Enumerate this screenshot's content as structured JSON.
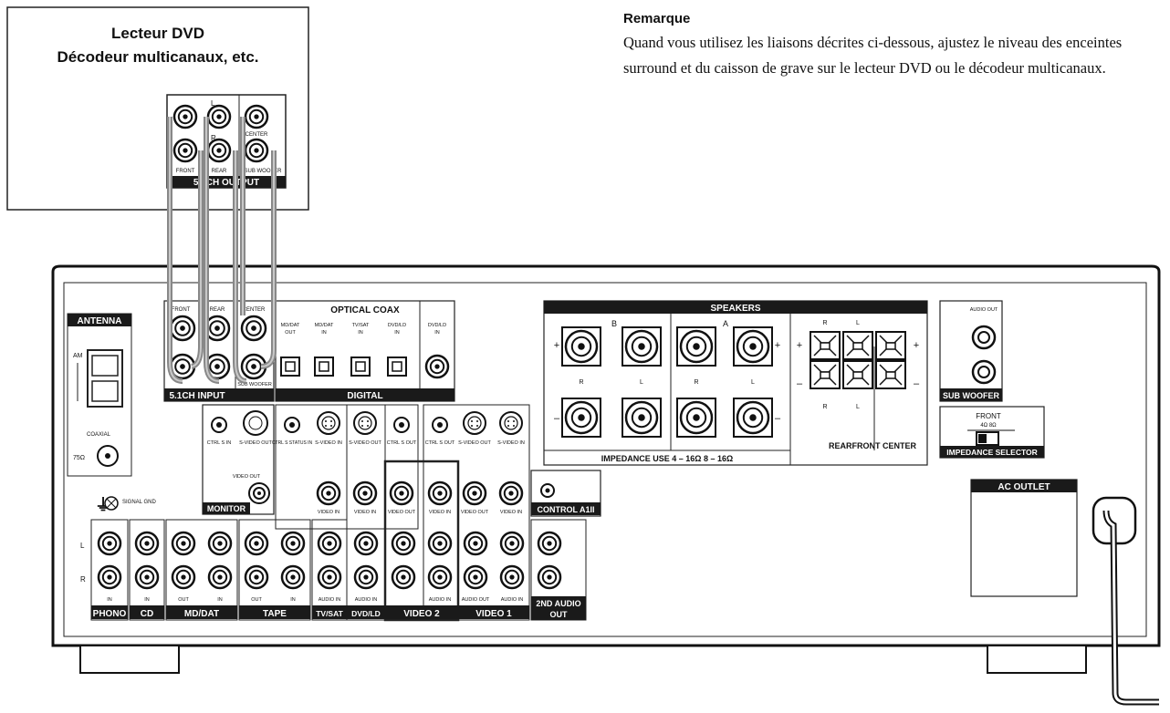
{
  "note": {
    "title": "Remarque",
    "body": "Quand vous utilisez les liaisons décrites ci-dessous, ajustez le niveau des enceintes surround et du caisson de grave sur le lecteur DVD ou le décodeur multicanaux."
  },
  "source_device": {
    "title_line1": "Lecteur DVD",
    "title_line2": "Décodeur multicanaux, etc.",
    "output_panel": {
      "label": "5.1CH OUTPUT",
      "top_letter": "L",
      "mid_letter": "R",
      "center": "CENTER",
      "front": "FRONT",
      "rear": "REAR",
      "subwoofer": "SUB WOOFER"
    }
  },
  "receiver": {
    "antenna": {
      "label": "ANTENNA",
      "am": "AM",
      "coaxial": "COAXIAL",
      "impedance": "75Ω"
    },
    "input51": {
      "label": "5.1CH INPUT",
      "front": "FRONT",
      "rear": "REAR",
      "center": "CENTER",
      "subwoofer": "SUB WOOFER"
    },
    "digital": {
      "optical_coax": "OPTICAL COAX",
      "label": "DIGITAL",
      "jacks": [
        "MD/DAT OUT",
        "MD/DAT IN",
        "TV/SAT IN",
        "DVD/LD IN",
        "DVD/LD IN"
      ]
    },
    "monitor": {
      "label": "MONITOR",
      "ctrl_s_in": "CTRL S IN",
      "svideo_out": "S-VIDEO OUT",
      "video_out": "VIDEO OUT"
    },
    "video_row": {
      "ctrl_s_status_in": "CTRL S STATUS IN",
      "svideo_in": "S-VIDEO IN",
      "svideo_out": "S-VIDEO OUT",
      "ctrl_s_out": "CTRL S OUT",
      "video_in": "VIDEO IN",
      "video_out": "VIDEO OUT",
      "audio_in": "AUDIO IN",
      "audio_out": "AUDIO OUT"
    },
    "control": "CONTROL A1II",
    "ground": "SIGNAL GND",
    "row_labels": {
      "l": "L",
      "r": "R"
    },
    "io": {
      "in": "IN",
      "out": "OUT"
    },
    "groups": [
      "PHONO",
      "CD",
      "MD/DAT",
      "TAPE",
      "TV/SAT",
      "DVD/LD",
      "VIDEO 2",
      "VIDEO 1",
      "2ND AUDIO OUT"
    ],
    "speakers": {
      "label": "SPEAKERS",
      "a": "A",
      "b": "B",
      "r": "R",
      "l": "L",
      "plus": "+",
      "minus": "–",
      "rear_front_center": "REARFRONT CENTER",
      "impedance_use": "IMPEDANCE  USE 4 – 16Ω 8 – 16Ω"
    },
    "subwoofer": {
      "label": "SUB WOOFER",
      "audio_out": "AUDIO OUT"
    },
    "impedance_selector": {
      "label": "IMPEDANCE SELECTOR",
      "front": "FRONT",
      "ohms": "4Ω 8Ω"
    },
    "ac_outlet": "AC OUTLET"
  }
}
